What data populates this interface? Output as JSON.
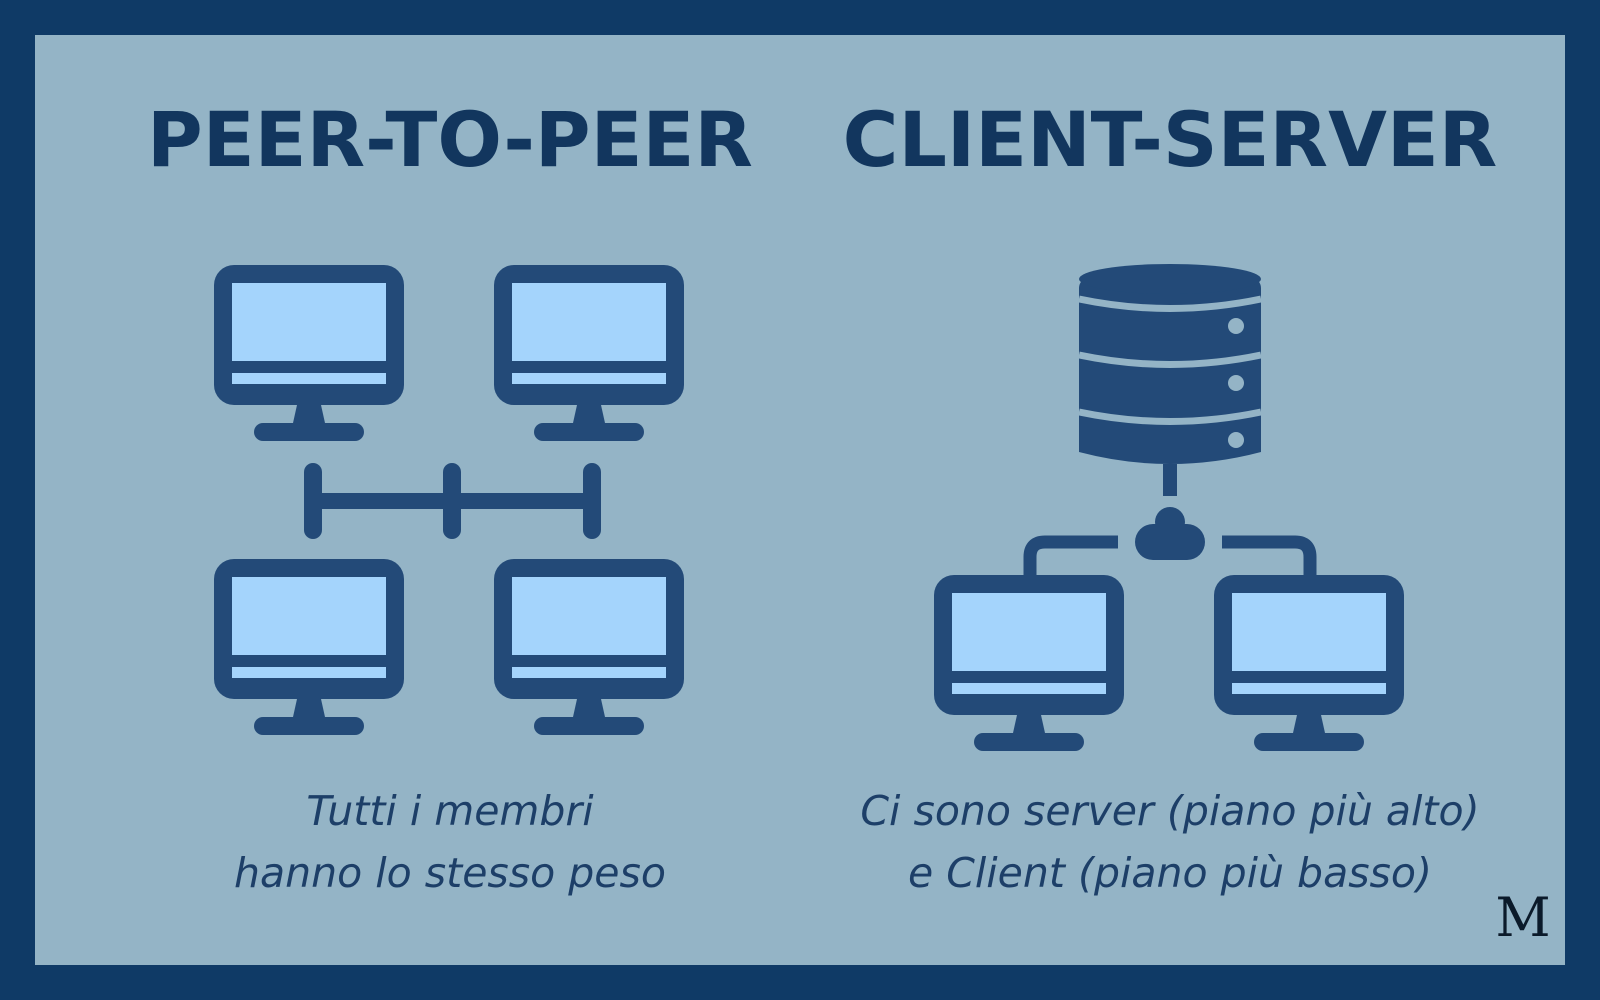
{
  "colors": {
    "frame": "#0f3a66",
    "panel": "#94b4c6",
    "icon": "#234a78",
    "screen": "#a4d4fc",
    "title": "#12365e",
    "caption": "#1d3f68"
  },
  "peer_to_peer": {
    "title": "PEER-TO-PEER",
    "caption_lines": [
      "Tutti i membri",
      "hanno lo stesso peso"
    ],
    "icons": [
      "monitor-icon",
      "monitor-icon",
      "monitor-icon",
      "monitor-icon",
      "network-link-icon"
    ]
  },
  "client_server": {
    "title": "CLIENT-SERVER",
    "caption_lines": [
      "Ci sono server (piano più alto)",
      "e Client (piano più basso)"
    ],
    "icons": [
      "database-server-icon",
      "cloud-hub-icon",
      "monitor-icon",
      "monitor-icon"
    ]
  },
  "logo": {
    "text": "M"
  }
}
